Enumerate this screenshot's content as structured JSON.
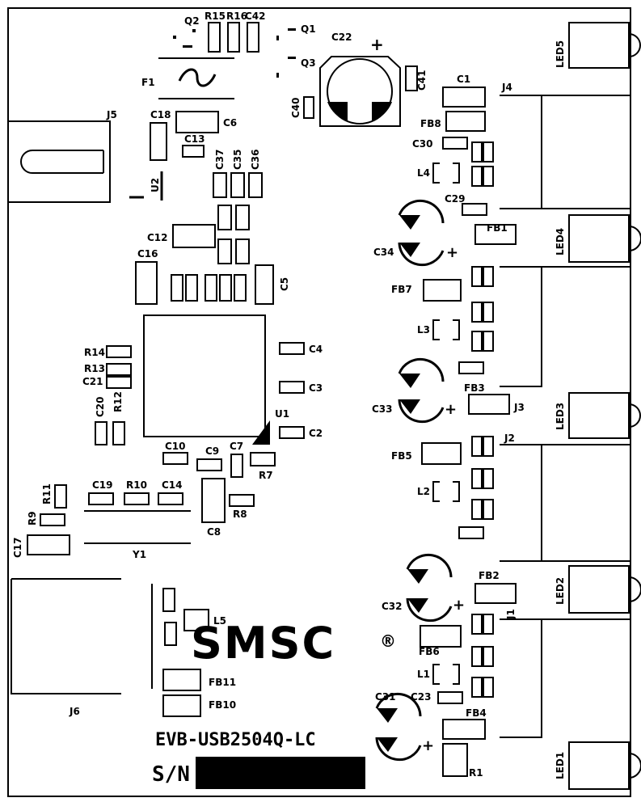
{
  "board": {
    "title": "EVB-USB2504Q-LC",
    "serial_label": "S/N",
    "logo_text": "SMSC",
    "logo_mark": "®"
  },
  "labels": {
    "q2": "Q2",
    "r15": "R15",
    "r16": "R16",
    "c42": "C42",
    "q1": "Q1",
    "q3": "Q3",
    "c22": "C22",
    "c41": "C41",
    "c40": "C40",
    "f1": "F1",
    "c1": "C1",
    "j4": "J4",
    "fb8": "FB8",
    "c30": "C30",
    "l4": "L4",
    "c29": "C29",
    "fb1": "FB1",
    "c34": "C34",
    "led5": "LED5",
    "led4": "LED4",
    "led3": "LED3",
    "led2": "LED2",
    "led1": "LED1",
    "j5": "J5",
    "c18": "C18",
    "c6": "C6",
    "c13": "C13",
    "c37": "C37",
    "c35": "C35",
    "c36": "C36",
    "u2": "U2",
    "c12": "C12",
    "c16": "C16",
    "c5": "C5",
    "fb7": "FB7",
    "l3": "L3",
    "c4": "C4",
    "c3": "C3",
    "c2": "C2",
    "u1": "U1",
    "fb3": "FB3",
    "j3": "J3",
    "c33": "C33",
    "r14": "R14",
    "r13": "R13",
    "c21": "C21",
    "c20": "C20",
    "r12": "R12",
    "c10": "C10",
    "c9": "C9",
    "c7": "C7",
    "r7": "R7",
    "j2": "J2",
    "fb5": "FB5",
    "l2": "L2",
    "c19": "C19",
    "r10": "R10",
    "c14": "C14",
    "r11": "R11",
    "r9": "R9",
    "r8": "R8",
    "c8": "C8",
    "c17": "C17",
    "y1": "Y1",
    "fb2": "FB2",
    "c32": "C32",
    "j1": "J1",
    "l5": "L5",
    "fb6": "FB6",
    "l1": "L1",
    "c23": "C23",
    "c31": "C31",
    "fb4": "FB4",
    "r1": "R1",
    "fb11": "FB11",
    "fb10": "FB10",
    "j6": "J6"
  },
  "colors": {
    "ink": "#000000",
    "paper": "#ffffff"
  }
}
